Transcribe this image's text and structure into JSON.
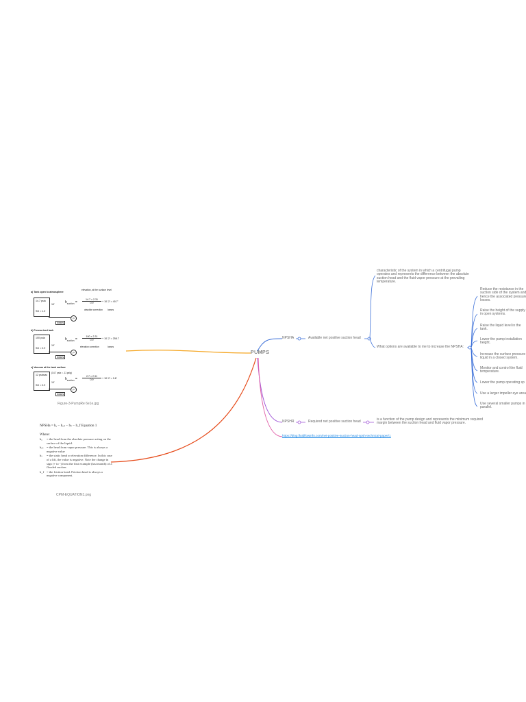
{
  "mindmap": {
    "center": "PUMPS",
    "npsha": {
      "label": "NPSHA",
      "full": "Available net positive suction head",
      "definition": "characteristic of the system in which a centrifugal pump operates and represents the difference between the absolute suction head and the fluid vapor pressure at the prevailing temperature.",
      "question": "What options are available to me to increase the NPSHA:",
      "options": [
        "Reduce the resistance in the suction side of the system and hence the associated pressure losses.",
        "Raise the height of the supply in open systems.",
        "Raise the liquid level in the tank.",
        "Lower the pump installation height.",
        "Increase the surface pressure liquid in a closed system.",
        "Monitor and control the fluid temperature.",
        "Lower the pump operating sp",
        "Use a larger impeller eye area",
        "Use several smaller pumps in parallel."
      ]
    },
    "npshr": {
      "label": "NPSHR",
      "full": "Required net positive suction head",
      "definition": "is a function of the pump design and represents the minimum required margin between the suction head and fluid vapor pressure."
    },
    "link": "https://blog.fluidflowinfo.com/net-positive-suction-head-npsh-technical-paper/1",
    "figure1": {
      "caption": "Figure-3-PumpRe 6e1e.jpg",
      "panel_a": {
        "title": "a) Tank open to atmosphere",
        "note": "elevation, at the surface level",
        "pressure": "14.7 psia",
        "sg": "SG = 1.0",
        "height": "10'",
        "losses": "losses",
        "h_label": "h",
        "h_sub": "suction",
        "numerator": "14.7 × 2.31",
        "denominator": "0.9",
        "rest": "+ 10'-2' = 40.7'",
        "ann1": "absolute correction",
        "ann2": "losses",
        "pump": "P"
      },
      "panel_b": {
        "title": "b) Pressurized tank",
        "pressure": "100 psia",
        "sg": "SG = 0.9",
        "height": "10'",
        "losses": "losses",
        "h_label": "h",
        "h_sub": "suction",
        "numerator": "100 × 2.31",
        "denominator": "0.9",
        "rest": "+ 10'-2' = 258.7",
        "ann1": "elevation correction",
        "ann2": "losses",
        "pump": "P"
      },
      "panel_c": {
        "title": "c) Vacuum at the tank surface",
        "pressure": "12 psiavac",
        "note": "(14.7 psia = -11 psig)",
        "sg": "SG = 0.9",
        "height": "10'",
        "losses": "losses",
        "h_label": "h",
        "h_sub": "suction",
        "numerator": "2.7 × 2.31",
        "denominator": "0.9",
        "rest": "+ 10'-2' = 9.8'",
        "pump": "P"
      }
    },
    "figure2": {
      "caption": "CPM-EQUATION1.png",
      "equation": "NPSHa = hₐ − hᵥₚ − hₛ − h_f   Equation 1",
      "where": "Where:",
      "defs": [
        {
          "sym": "hₐ",
          "text": "= the head from the absolute pressure acting on the surface of the liquid."
        },
        {
          "sym": "hᵥₚ",
          "text": "= the head from vapor pressure. This is always a negative value"
        },
        {
          "sym": "hₛ",
          "text": "= the static head or elevation difference. In this case of a lift, the value is negative. Note the change in sign (+ to -) from the first example (last month) of a flooded suction."
        },
        {
          "sym": "h_f",
          "text": "= the friction head. Friction head is always a negative component."
        }
      ]
    },
    "colors": {
      "orange": "#f5a623",
      "red": "#e64a19",
      "blue": "#3b6fd8",
      "purple": "#a25ad8",
      "pink": "#e05fa8",
      "link": "#1e88e5"
    }
  }
}
